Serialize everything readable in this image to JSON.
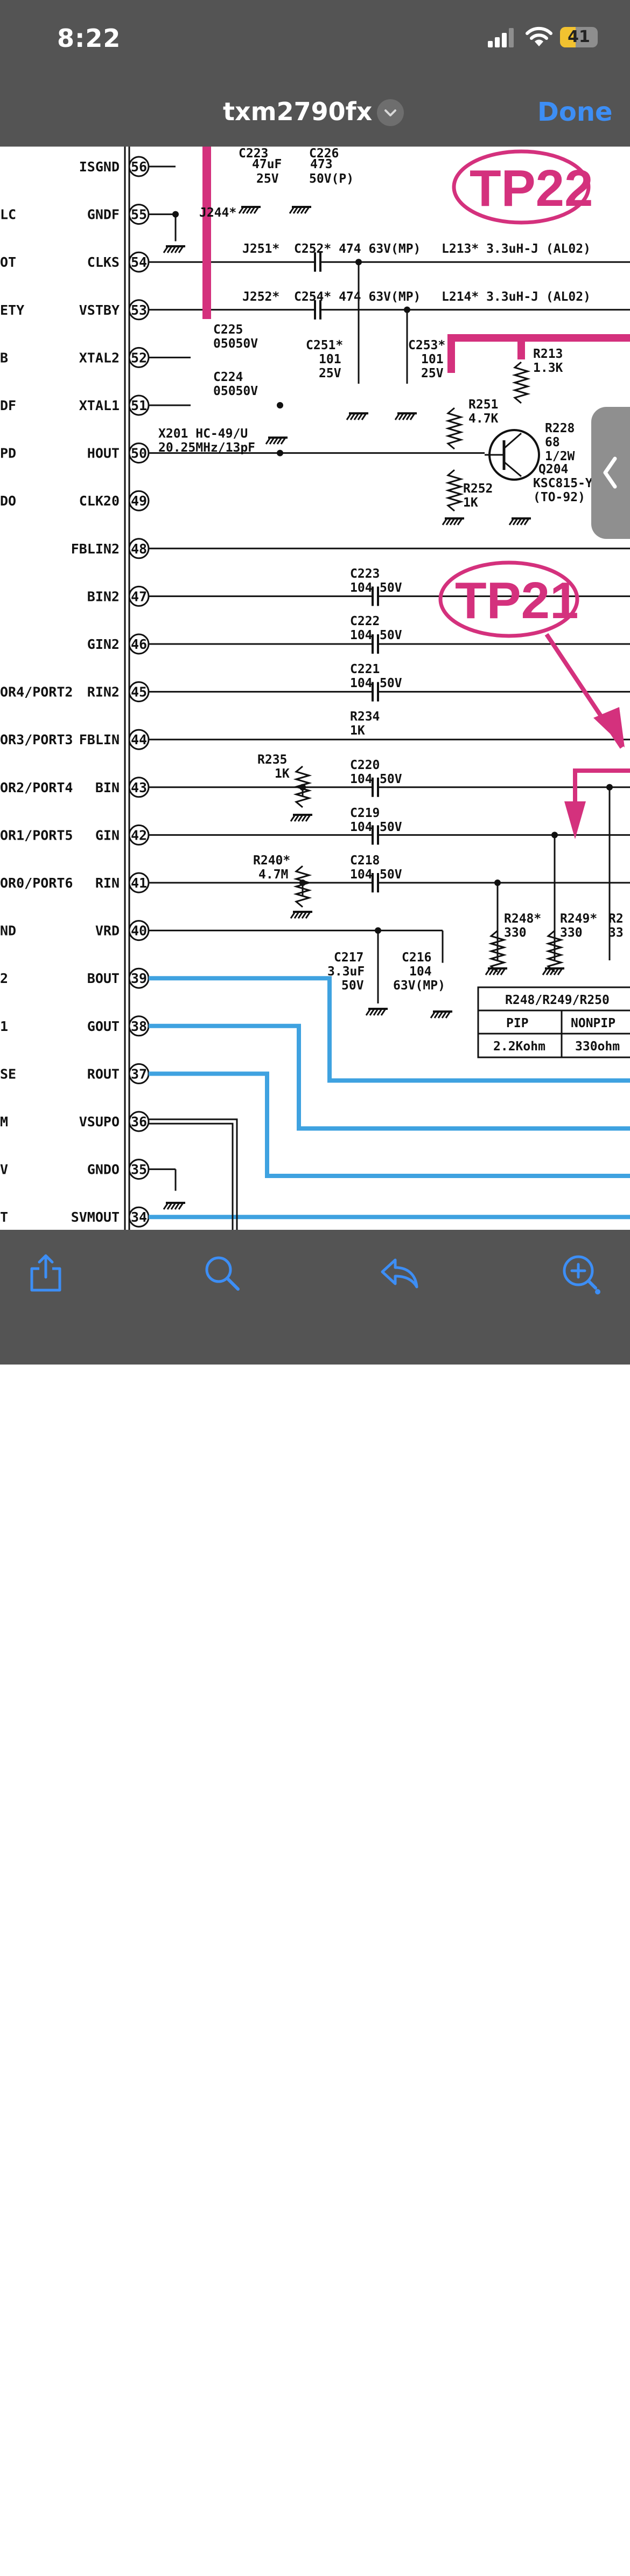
{
  "status_bar": {
    "time": "8:22",
    "battery": "41",
    "battery_level": 0.41
  },
  "nav": {
    "title": "txm2790fx",
    "done": "Done"
  },
  "schematic": {
    "left_labels": [
      "LC",
      "OT",
      "ETY",
      "B",
      "DF",
      "PD",
      "DO",
      "OR4/PORT2",
      "OR3/PORT3",
      "OR2/PORT4",
      "OR1/PORT5",
      "OR0/PORT6",
      "ND",
      "2",
      "1",
      "SE",
      "M",
      "V",
      "T"
    ],
    "pins": [
      {
        "name": "ISGND",
        "num": "56"
      },
      {
        "name": "GNDF",
        "num": "55"
      },
      {
        "name": "CLKS",
        "num": "54"
      },
      {
        "name": "VSTBY",
        "num": "53"
      },
      {
        "name": "XTAL2",
        "num": "52"
      },
      {
        "name": "XTAL1",
        "num": "51"
      },
      {
        "name": "HOUT",
        "num": "50"
      },
      {
        "name": "CLK20",
        "num": "49"
      },
      {
        "name": "FBLIN2",
        "num": "48"
      },
      {
        "name": "BIN2",
        "num": "47"
      },
      {
        "name": "GIN2",
        "num": "46"
      },
      {
        "name": "RIN2",
        "num": "45"
      },
      {
        "name": "FBLIN",
        "num": "44"
      },
      {
        "name": "BIN",
        "num": "43"
      },
      {
        "name": "GIN",
        "num": "42"
      },
      {
        "name": "RIN",
        "num": "41"
      },
      {
        "name": "VRD",
        "num": "40"
      },
      {
        "name": "BOUT",
        "num": "39"
      },
      {
        "name": "GOUT",
        "num": "38"
      },
      {
        "name": "ROUT",
        "num": "37"
      },
      {
        "name": "VSUPO",
        "num": "36"
      },
      {
        "name": "GNDO",
        "num": "35"
      },
      {
        "name": "SVMOUT",
        "num": "34"
      }
    ],
    "components": {
      "c223_top": "C223",
      "c223_top2": "47uF",
      "c223_v": "25V",
      "c_top_b": "C226",
      "c_top_b2": "473",
      "c_top_b3": "50V(P)",
      "j244": "J244*",
      "j251": "J251*",
      "c252": "C252* 474 63V(MP)",
      "l213": "L213* 3.3uH-J (AL02)",
      "j252": "J252*",
      "c254": "C254* 474 63V(MP)",
      "l214": "L214* 3.3uH-J (AL02)",
      "c225": "C225",
      "c225v": "05050V",
      "c224": "C224",
      "c224v": "05050V",
      "c251": "C251*",
      "c251v": "101",
      "c251w": "25V",
      "c253": "C253*",
      "c253v": "101",
      "c253w": "25V",
      "r213": "R213",
      "r213v": "1.3K",
      "r251": "R251",
      "r251v": "4.7K",
      "r228": "R228",
      "r228v": "68",
      "r228w": "1/2W",
      "q204": "Q204",
      "q204v": "KSC815-Y",
      "q204w": "(TO-92)",
      "r252": "R252",
      "r252v": "1K",
      "x201": "X201 HC-49/U",
      "x201v": "20.25MHz/13pF",
      "c223": "C223",
      "c223v": "104",
      "c223w": "50V",
      "c222": "C222",
      "c222v": "104",
      "c222w": "50V",
      "c221": "C221",
      "c221v": "104",
      "c221w": "50V",
      "r234": "R234",
      "r234v": "1K",
      "r235": "R235",
      "r235v": "1K",
      "c220": "C220",
      "c220v": "104",
      "c220w": "50V",
      "c219": "C219",
      "c219v": "104",
      "c219w": "50V",
      "r240": "R240*",
      "r240v": "4.7M",
      "c218": "C218",
      "c218v": "104",
      "c218w": "50V",
      "r248": "R248*",
      "r248v": "330",
      "r249": "R249*",
      "r249v": "330",
      "r250": "R2",
      "r250v": "33",
      "c217": "C217",
      "c217v": "3.3uF",
      "c217w": "50V",
      "c216": "C216",
      "c216v": "104",
      "c216w": "63V(MP)"
    },
    "table": {
      "header": "R248/R249/R250",
      "cols": [
        "PIP",
        "NONPIP"
      ],
      "vals": [
        "2.2Kohm",
        "330ohm"
      ]
    },
    "markers": {
      "tp22": "TP22",
      "tp21": "TP21"
    },
    "colors": {
      "magenta": "#d4317d",
      "blue": "#3fa2e0"
    }
  },
  "toolbar": {
    "icons": [
      "share-icon",
      "search-icon",
      "markup-icon",
      "zoom-in-icon"
    ]
  },
  "colors": {
    "bar": "#545454",
    "accent": "#3d8ef5"
  }
}
